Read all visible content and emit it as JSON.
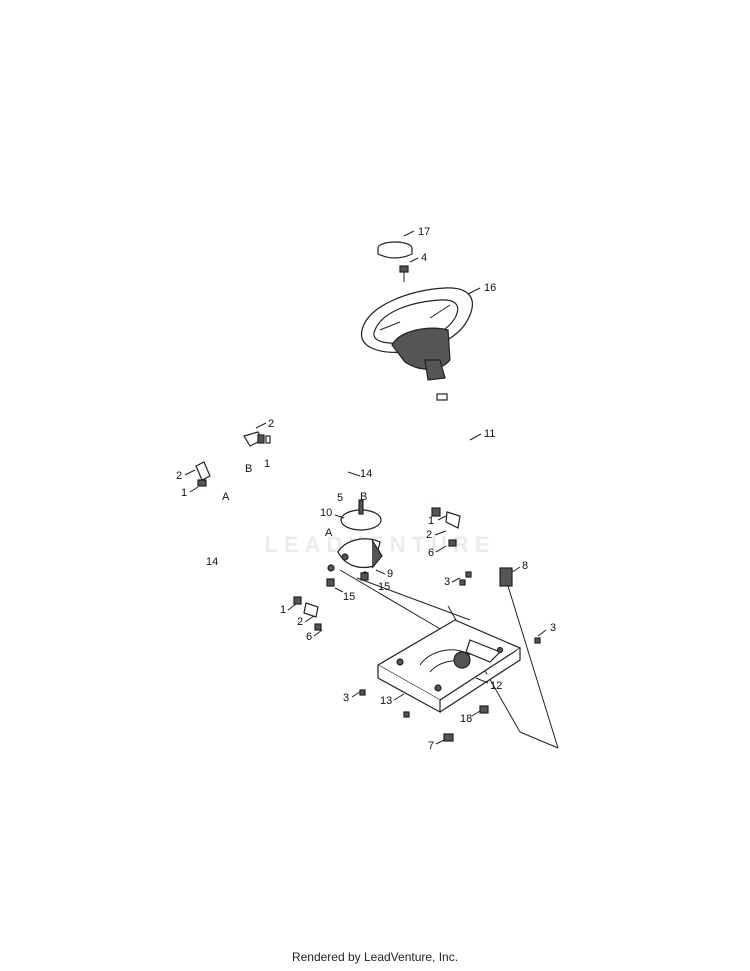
{
  "watermark": "LEADVENTURE",
  "footer": "Rendered by LeadVenture, Inc.",
  "labels": {
    "l17": "17",
    "l4": "4",
    "l16": "16",
    "l11": "11",
    "l8": "8",
    "l2a": "2",
    "lBa": "B",
    "l1a": "1",
    "l14a": "14",
    "l2b": "2",
    "l1b": "1",
    "lAb": "A",
    "l5": "5",
    "lBc": "B",
    "l10": "10",
    "lAc": "A",
    "l9": "9",
    "l15a": "15",
    "l15b": "15",
    "l1c": "1",
    "l2c": "2",
    "l6a": "6",
    "l14b": "14",
    "l1d": "1",
    "l2d": "2",
    "l6b": "6",
    "l3a": "3",
    "l3b": "3",
    "l3c": "3",
    "l12": "12",
    "l13": "13",
    "l18": "18",
    "l7": "7"
  }
}
